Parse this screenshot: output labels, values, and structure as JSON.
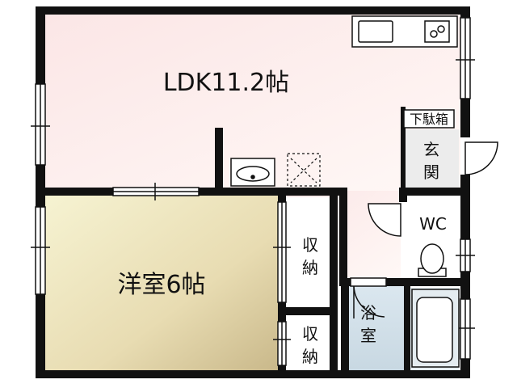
{
  "rooms": {
    "ldk": "LDK11.2帖",
    "western": "洋室6帖",
    "storage_upper": [
      "収",
      "納"
    ],
    "storage_lower": [
      "収",
      "納"
    ],
    "entrance": [
      "玄",
      "関"
    ],
    "shoe_box": "下駄箱",
    "wc": "WC",
    "bath": [
      "浴",
      "室"
    ]
  },
  "colors": {
    "wall": "#111111",
    "ldk_floor_start": "#fbe6e6",
    "ldk_floor_end": "#fff6f4",
    "western_floor_start": "#f4f0cc",
    "western_floor_end": "#c9b98a",
    "bath_floor": "#dde8ee",
    "entrance_floor": "#e6e6e6"
  }
}
